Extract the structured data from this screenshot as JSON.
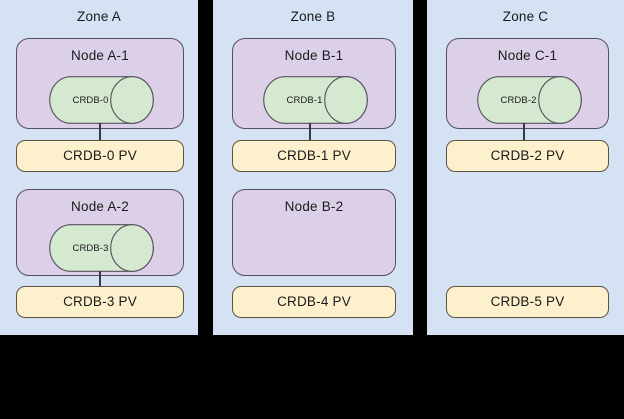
{
  "diagram": {
    "title_hidden": true,
    "colors": {
      "zone_bg": "#d5e2f3",
      "node_bg": "#dcd0e8",
      "pv_bg": "#fdf0cd",
      "db_bg": "#d5e8d0",
      "stroke": "#56505e",
      "page_bg": "#000000"
    },
    "zones": [
      {
        "label": "Zone A",
        "rows": [
          {
            "node": {
              "label": "Node A-1",
              "present": true
            },
            "database": {
              "label": "CRDB-0",
              "present": true,
              "shape": "cylinder-icon"
            },
            "pv": {
              "label": "CRDB-0 PV"
            },
            "connector": true
          },
          {
            "node": {
              "label": "Node A-2",
              "present": true
            },
            "database": {
              "label": "CRDB-3",
              "present": true,
              "shape": "cylinder-icon"
            },
            "pv": {
              "label": "CRDB-3 PV"
            },
            "connector": true
          }
        ]
      },
      {
        "label": "Zone B",
        "rows": [
          {
            "node": {
              "label": "Node B-1",
              "present": true
            },
            "database": {
              "label": "CRDB-1",
              "present": true,
              "shape": "cylinder-icon"
            },
            "pv": {
              "label": "CRDB-1 PV"
            },
            "connector": true
          },
          {
            "node": {
              "label": "Node B-2",
              "present": true
            },
            "database": {
              "label": "",
              "present": false,
              "shape": "cylinder-icon"
            },
            "pv": {
              "label": "CRDB-4 PV"
            },
            "connector": false
          }
        ]
      },
      {
        "label": "Zone C",
        "rows": [
          {
            "node": {
              "label": "Node C-1",
              "present": true
            },
            "database": {
              "label": "CRDB-2",
              "present": true,
              "shape": "cylinder-icon"
            },
            "pv": {
              "label": "CRDB-2 PV"
            },
            "connector": true
          },
          {
            "node": {
              "label": "",
              "present": false
            },
            "database": {
              "label": "",
              "present": false,
              "shape": "cylinder-icon"
            },
            "pv": {
              "label": "CRDB-5 PV"
            },
            "connector": false
          }
        ]
      }
    ]
  }
}
